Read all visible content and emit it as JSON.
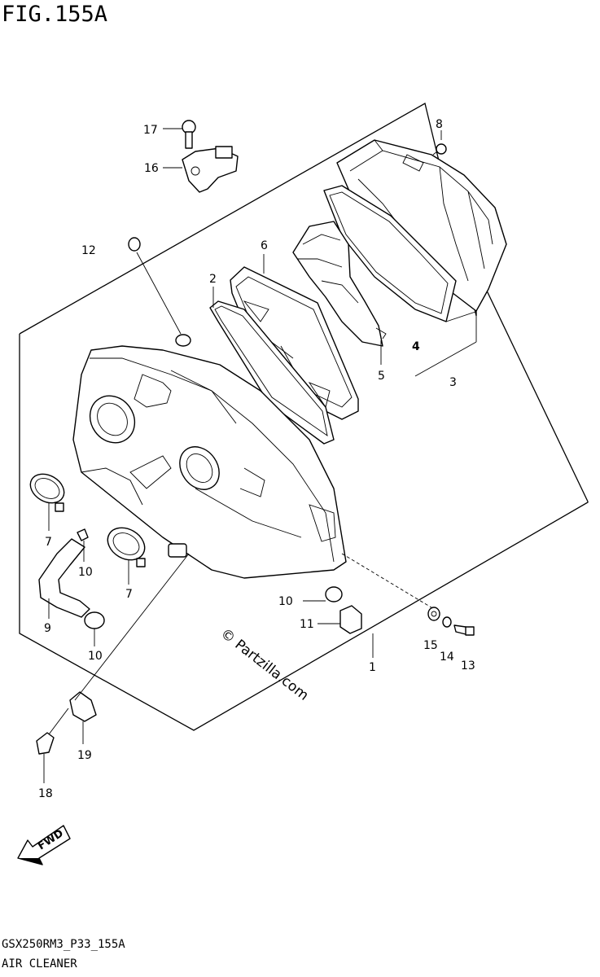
{
  "figure": {
    "title": "FIG.155A",
    "drawing_code": "GSX250RM3_P33_155A",
    "caption": "AIR CLEANER"
  },
  "callouts": {
    "c1": "1",
    "c2": "2",
    "c3": "3",
    "c4": "4",
    "c5": "5",
    "c6": "6",
    "c7a": "7",
    "c7b": "7",
    "c8": "8",
    "c9": "9",
    "c10a": "10",
    "c10b": "10",
    "c10c": "10",
    "c11": "11",
    "c12": "12",
    "c13": "13",
    "c14": "14",
    "c15": "15",
    "c16": "16",
    "c17": "17",
    "c18": "18",
    "c19": "19"
  },
  "watermark": "© Partzilla.com",
  "direction_label": "FWD"
}
